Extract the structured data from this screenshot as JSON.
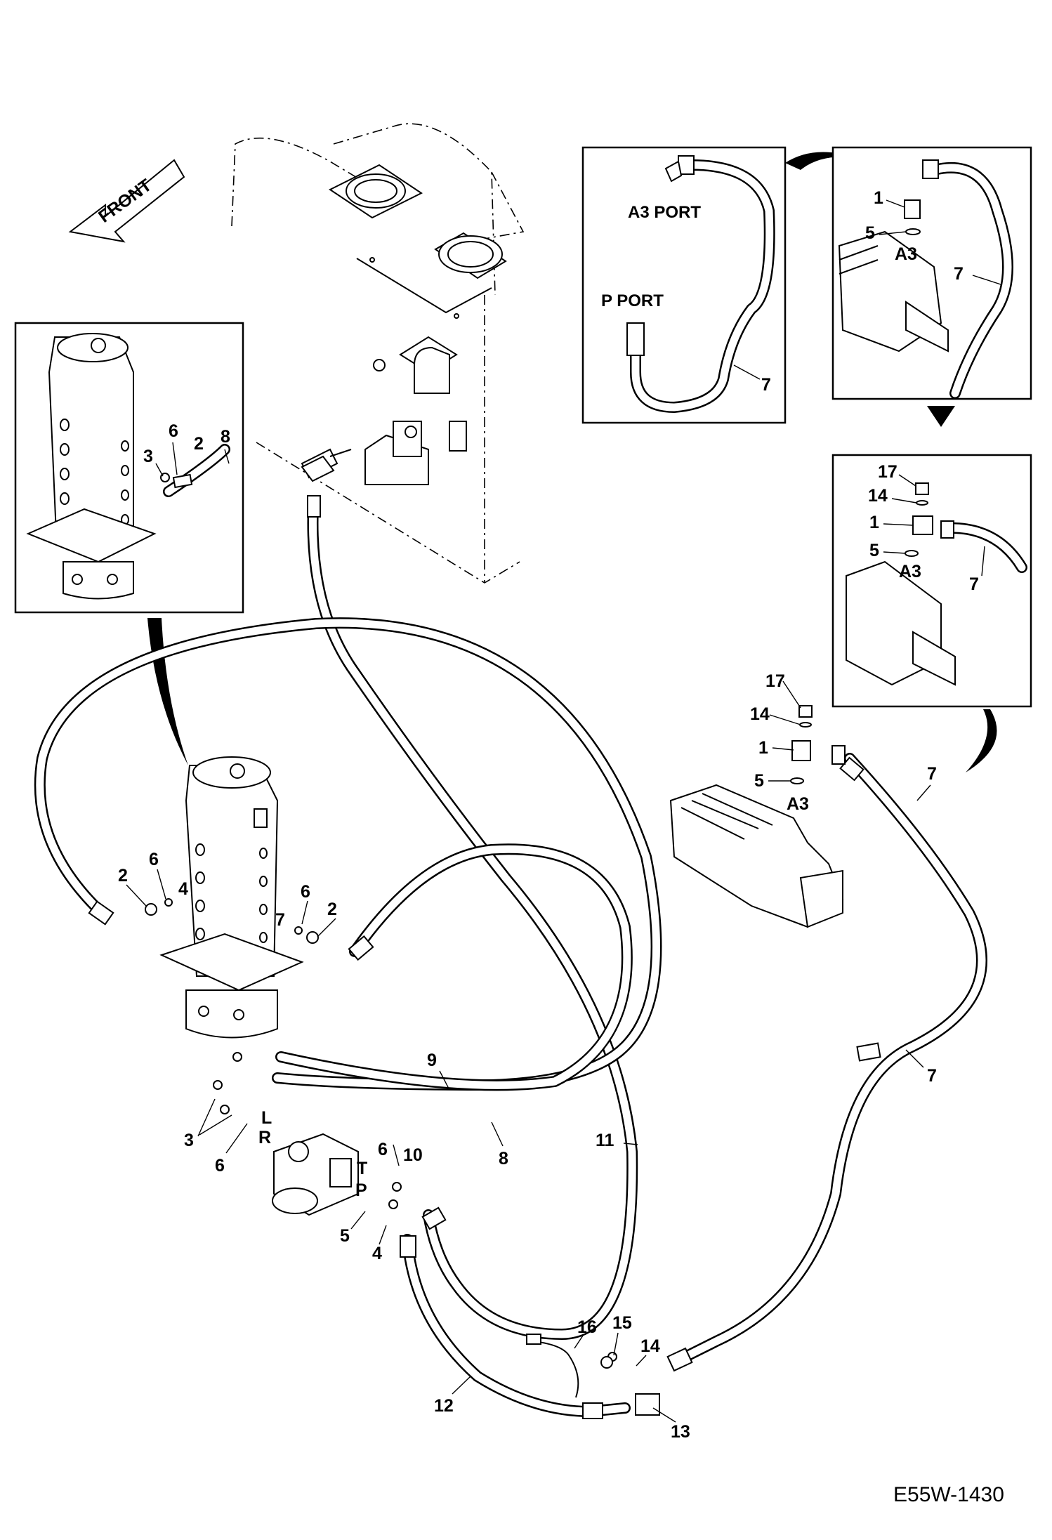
{
  "drawing_code": "E55W-1430",
  "direction_label": "FRONT",
  "inset_hose": {
    "port_a3": "A3 PORT",
    "port_p": "P PORT",
    "hose_callout": "7"
  },
  "inset_valve_a3": {
    "callouts": [
      "1",
      "5",
      "7"
    ],
    "port": "A3"
  },
  "inset_valve_plug": {
    "callouts": [
      "17",
      "14",
      "1",
      "5",
      "7"
    ],
    "port": "A3"
  },
  "inset_swivel": {
    "callouts": [
      "3",
      "6",
      "2",
      "8"
    ]
  },
  "main": {
    "valve_callouts": [
      "17",
      "14",
      "1",
      "5",
      "7",
      "7",
      "7"
    ],
    "valve_port": "A3",
    "swivel_callouts": [
      "2",
      "6",
      "4",
      "6",
      "2",
      "7"
    ],
    "hose_callouts": [
      "9",
      "8",
      "11",
      "12",
      "13"
    ],
    "steering_callouts": [
      "3",
      "6",
      "6",
      "10",
      "5",
      "4"
    ],
    "steering_ports": [
      "L",
      "R",
      "T",
      "P"
    ],
    "sensor_callouts": [
      "16",
      "15",
      "14"
    ]
  }
}
